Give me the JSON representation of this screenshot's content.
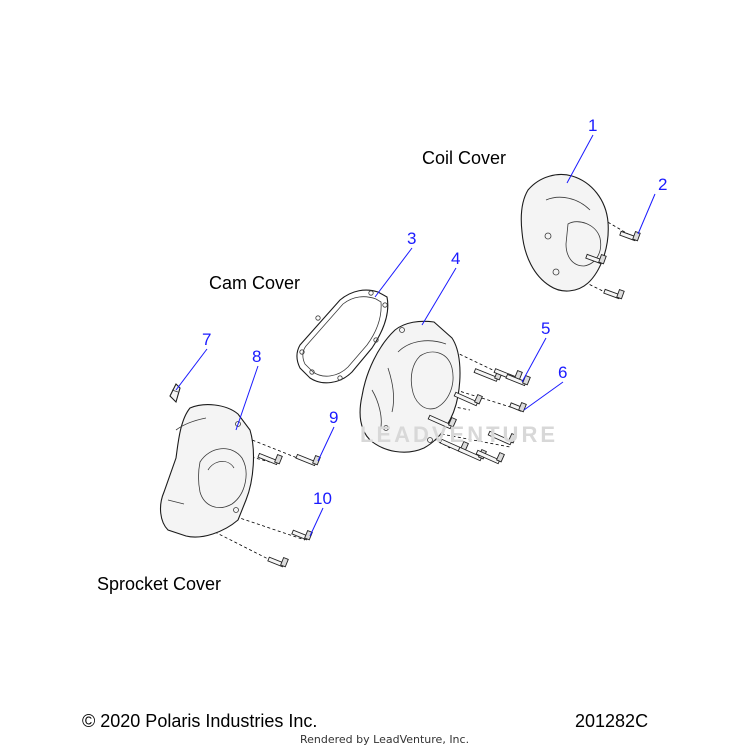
{
  "labels": {
    "coil_cover": "Coil Cover",
    "cam_cover": "Cam Cover",
    "sprocket_cover": "Sprocket Cover"
  },
  "callouts": [
    "1",
    "2",
    "3",
    "4",
    "5",
    "6",
    "7",
    "8",
    "9",
    "10"
  ],
  "watermark": "LEADVENTURE",
  "footer": {
    "copyright": "© 2020 Polaris Industries Inc.",
    "drawing_number": "201282C",
    "rendered_by": "Rendered by LeadVenture, Inc."
  },
  "colors": {
    "callout": "#1a1aff",
    "part_fill": "#f4f4f4",
    "outline": "#1c1c1c"
  }
}
